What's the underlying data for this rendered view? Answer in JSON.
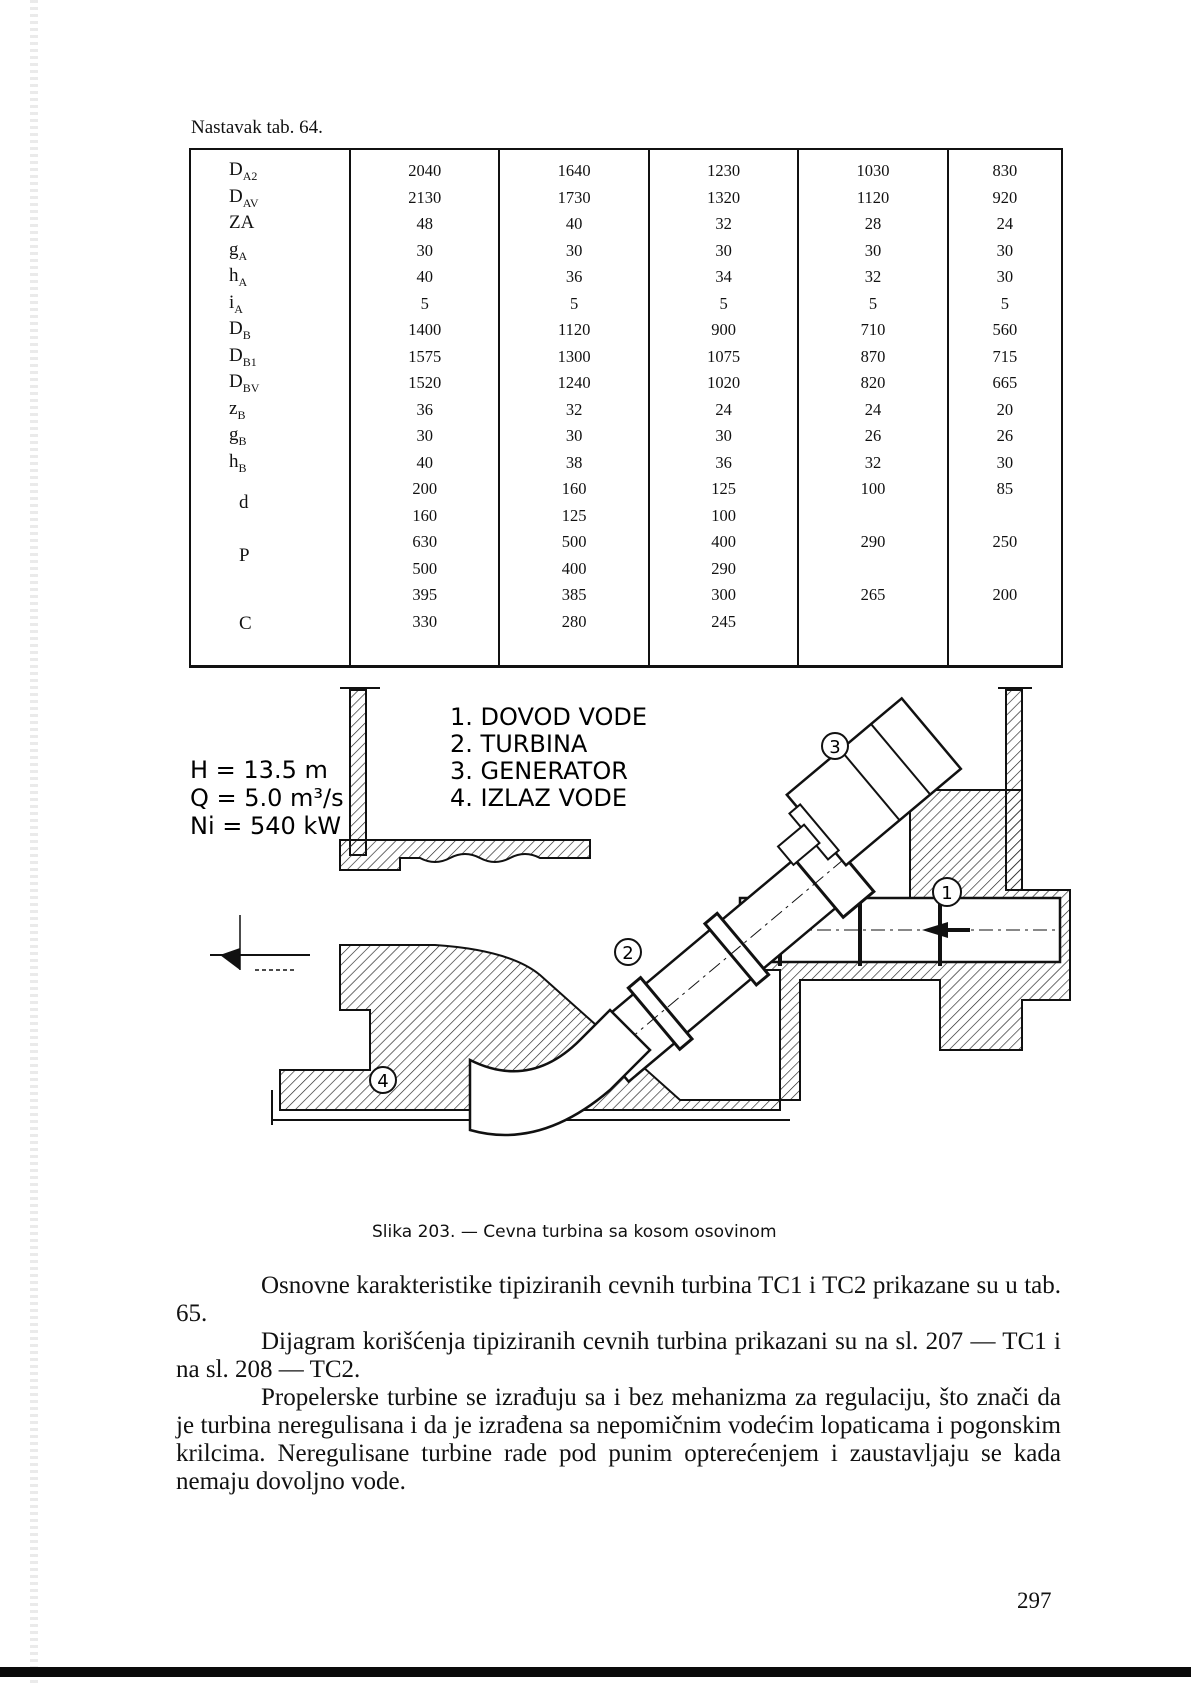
{
  "header": {
    "continuation": "Nastavak tab. 64."
  },
  "table": {
    "rows": [
      {
        "symbol": "D",
        "sub": "A2",
        "cells": [
          "2040",
          "1640",
          "1230",
          "1030",
          "830"
        ]
      },
      {
        "symbol": "D",
        "sub": "AV",
        "cells": [
          "2130",
          "1730",
          "1320",
          "1120",
          "920"
        ]
      },
      {
        "symbol": "ZA",
        "sub": "",
        "cells": [
          "48",
          "40",
          "32",
          "28",
          "24"
        ]
      },
      {
        "symbol": "g",
        "sub": "A",
        "cells": [
          "30",
          "30",
          "30",
          "30",
          "30"
        ]
      },
      {
        "symbol": "h",
        "sub": "A",
        "cells": [
          "40",
          "36",
          "34",
          "32",
          "30"
        ]
      },
      {
        "symbol": "i",
        "sub": "A",
        "cells": [
          "5",
          "5",
          "5",
          "5",
          "5"
        ]
      },
      {
        "symbol": "D",
        "sub": "B",
        "cells": [
          "1400",
          "1120",
          "900",
          "710",
          "560"
        ]
      },
      {
        "symbol": "D",
        "sub": "B1",
        "cells": [
          "1575",
          "1300",
          "1075",
          "870",
          "715"
        ]
      },
      {
        "symbol": "D",
        "sub": "BV",
        "cells": [
          "1520",
          "1240",
          "1020",
          "820",
          "665"
        ]
      },
      {
        "symbol": "z",
        "sub": "B",
        "cells": [
          "36",
          "32",
          "24",
          "24",
          "20"
        ]
      },
      {
        "symbol": "g",
        "sub": "B",
        "cells": [
          "30",
          "30",
          "30",
          "26",
          "26"
        ]
      },
      {
        "symbol": "h",
        "sub": "B",
        "cells": [
          "40",
          "38",
          "36",
          "32",
          "30"
        ]
      }
    ],
    "group_rows": [
      {
        "symbol": "d",
        "line1": [
          "200",
          "160",
          "125",
          "100",
          "85"
        ],
        "line2": [
          "160",
          "125",
          "100",
          "",
          ""
        ]
      },
      {
        "symbol": "P",
        "line1": [
          "630",
          "500",
          "400",
          "290",
          "250"
        ],
        "line2": [
          "500",
          "400",
          "290",
          "",
          ""
        ]
      },
      {
        "symbol": "C",
        "line1": [
          "395",
          "385",
          "300",
          "265",
          "200"
        ],
        "line2": [
          "330",
          "280",
          "245",
          "",
          ""
        ]
      }
    ]
  },
  "figure": {
    "legend": [
      "1. DOVOD VODE",
      "2. TURBINA",
      "3. GENERATOR",
      "4. IZLAZ VODE"
    ],
    "params": {
      "head": "H = 13.5 m",
      "flow": "Q = 5.0 m³/s",
      "power": "Ni = 540 kW"
    },
    "markers": [
      "1",
      "2",
      "3",
      "4"
    ],
    "caption": "Slika 203. — Cevna turbina sa kosom osovinom"
  },
  "body": {
    "p1": "Osnovne karakteristike tipiziranih cevnih turbina TC1 i TC2 prikazane su u tab. 65.",
    "p2": "Dijagram korišćenja tipiziranih cevnih turbina prikazani su na sl. 207 — TC1 i na sl. 208 — TC2.",
    "p3": "Propelerske turbine se izrađuju sa i bez mehanizma za regulaciju, što znači da je turbina neregulisana i da je izrađena sa nepomičnim vodećim lopaticama i pogonskim krilcima. Neregulisane turbine rade pod punim opterećenjem i zaustavljaju se kada nemaju dovoljno vode."
  },
  "page_number": "297"
}
